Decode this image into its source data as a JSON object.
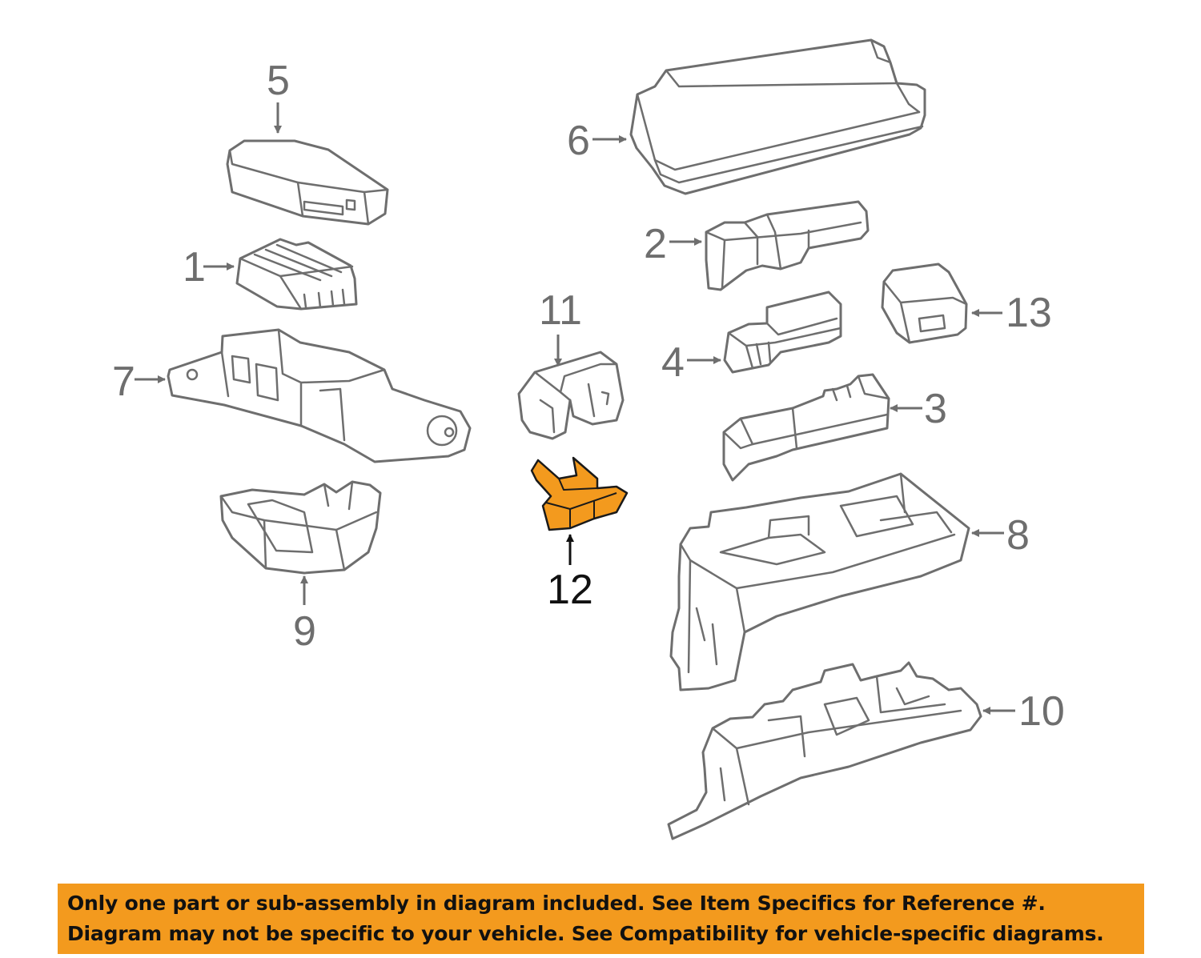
{
  "diagram": {
    "highlight_color": "#f39a1e",
    "line_color": "#6e6e6e",
    "highlighted_callout": "12",
    "callouts": {
      "c1": "1",
      "c2": "2",
      "c3": "3",
      "c4": "4",
      "c5": "5",
      "c6": "6",
      "c7": "7",
      "c8": "8",
      "c9": "9",
      "c10": "10",
      "c11": "11",
      "c12": "12",
      "c13": "13"
    }
  },
  "banner": {
    "line1": "Only one part or sub-assembly in diagram included. See Item Specifics for Reference #.",
    "line2": "Diagram may not be specific to your vehicle. See Compatibility for vehicle-specific diagrams.",
    "background": "#f39a1e"
  }
}
